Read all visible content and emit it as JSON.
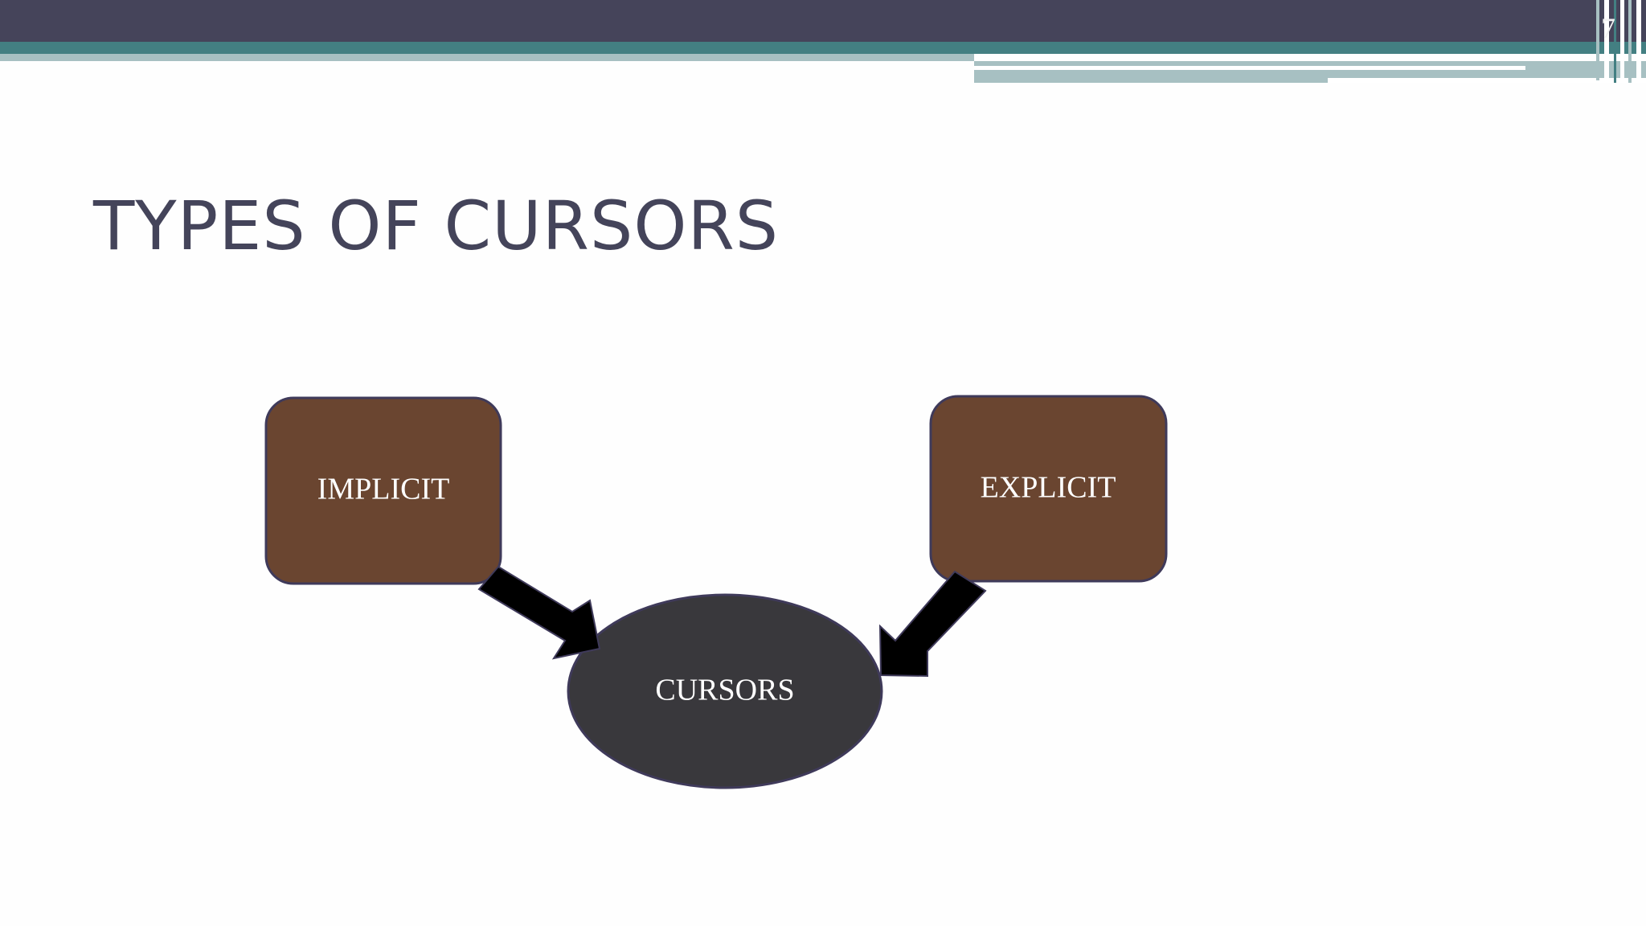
{
  "slide": {
    "number": "7",
    "title": "TYPES OF CURSORS"
  },
  "diagram": {
    "nodes": {
      "implicit": "IMPLICIT",
      "explicit": "EXPLICIT",
      "cursors": "CURSORS"
    },
    "edges": [
      {
        "from": "IMPLICIT",
        "to": "CURSORS"
      },
      {
        "from": "EXPLICIT",
        "to": "CURSORS"
      }
    ]
  },
  "colors": {
    "header_dark": "#45445a",
    "header_teal": "#437f82",
    "header_light": "#a7c0c2",
    "box_fill": "#6a4530",
    "ellipse_fill": "#39383c",
    "arrow_fill": "#000000",
    "title_text": "#44445a"
  }
}
